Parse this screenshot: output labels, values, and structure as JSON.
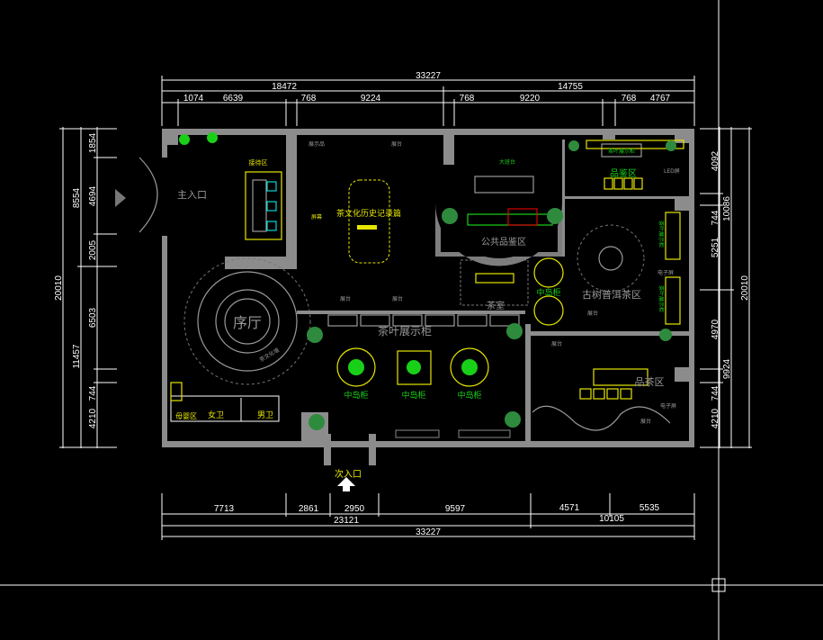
{
  "dimensions": {
    "top": {
      "total": "33227",
      "left_half": "18472",
      "right_half": "14755",
      "segments": [
        "1074",
        "6639",
        "768",
        "9224",
        "768",
        "9220",
        "768",
        "4767"
      ]
    },
    "bottom": {
      "total": "33227",
      "left_half": "23121",
      "right_half": "10105",
      "segments": [
        "7713",
        "2861",
        "2950",
        "9597",
        "4571",
        "5535"
      ]
    },
    "left": {
      "total": "20010",
      "upper": "8554",
      "lower": "11457",
      "segments": [
        "1854",
        "4694",
        "2005",
        "6503",
        "744",
        "4210"
      ]
    },
    "right": {
      "total": "20010",
      "upper": "10086",
      "lower": "9924",
      "segments": [
        "4092",
        "744",
        "5251",
        "4970",
        "744",
        "4210"
      ]
    }
  },
  "rooms": {
    "main_entrance": "主入口",
    "side_entrance": "次入口",
    "foyer": "序厅",
    "tea_display_cabinet": "茶叶展示柜",
    "island_cabinet": "中岛柜",
    "tea_history": "茶文化历史记录篇",
    "public_tasting": "公共品鉴区",
    "tea_room": "茶室",
    "puer_area": "古树普洱茶区",
    "tasting_area": "品鉴区",
    "tea_tasting_area": "品茶区",
    "womens_wc": "女卫",
    "mens_wc": "男卫",
    "mother_baby": "母婴区",
    "reception": "接待区"
  },
  "small_labels": {
    "stand": "展台",
    "screen": "屏幕",
    "electronic_screen": "电子屏",
    "led_screen": "LED屏",
    "big_table": "大班台",
    "tea_wall": "茶文化墙",
    "exhibit": "展示品",
    "vertical_cabinet": "茶叶展示柜"
  },
  "colors": {
    "background": "#000000",
    "wall": "#8c8c8c",
    "text_yellow": "#e6e600",
    "text_green": "#19d019"
  }
}
